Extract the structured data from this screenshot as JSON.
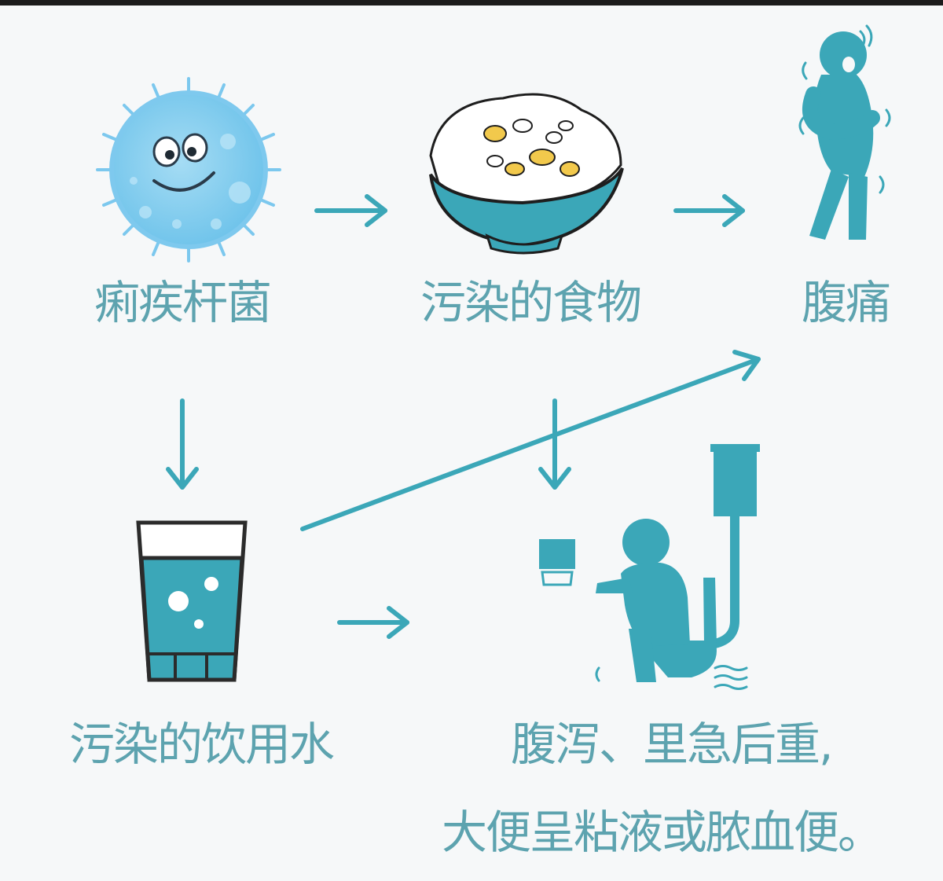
{
  "colors": {
    "accent": "#3ba7b8",
    "label": "#5da3af",
    "bacteria": "#8fd2f0",
    "background": "#f6f8f9"
  },
  "nodes": {
    "bacteria": "痢疾杆菌",
    "food": "污染的食物",
    "pain": "腹痛",
    "water": "污染的饮用水",
    "symptoms_line1": "腹泻、里急后重,",
    "symptoms_line2": "大便呈粘液或脓血便。"
  },
  "icons": [
    "bacteria-icon",
    "food-bowl-icon",
    "abdominal-pain-person-icon",
    "water-glass-icon",
    "toilet-person-icon"
  ]
}
